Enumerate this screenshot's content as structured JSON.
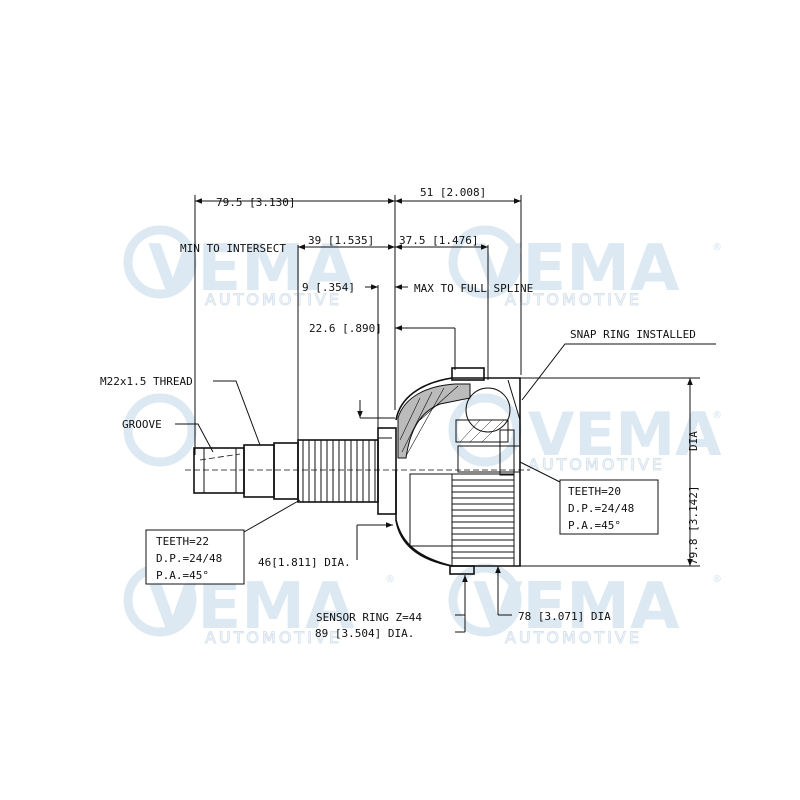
{
  "brand": {
    "name": "VEMA",
    "sub": "AUTOMOTIVE",
    "mark": "®"
  },
  "dimensions": {
    "overall": "79.5 [3.130]",
    "outer_length": "51 [2.008]",
    "min_to_intersect_label": "MIN TO INTERSECT",
    "min_to_intersect": "39 [1.535]",
    "inner_length": "37.5 [1.476]",
    "spline_offset": "9 [.354]",
    "max_to_full_spline": "MAX TO FULL SPLINE",
    "spline_length": "22.6 [.890]",
    "height_dia": "79.8 [3.142]",
    "height_dia_suffix": "DIA",
    "shaft_dia": "46[1.811] DIA.",
    "ring_dia": "78 [3.071] DIA",
    "outer_dia": "89 [3.504] DIA."
  },
  "callouts": {
    "thread": "M22x1.5 THREAD",
    "groove": "GROOVE",
    "snap_ring": "SNAP RING INSTALLED",
    "sensor_ring": "SENSOR RING Z=44"
  },
  "spec_left": {
    "teeth": "TEETH=22",
    "dp": "D.P.=24/48",
    "pa": "P.A.=45°"
  },
  "spec_right": {
    "teeth": "TEETH=20",
    "dp": "D.P.=24/48",
    "pa": "P.A.=45°"
  }
}
